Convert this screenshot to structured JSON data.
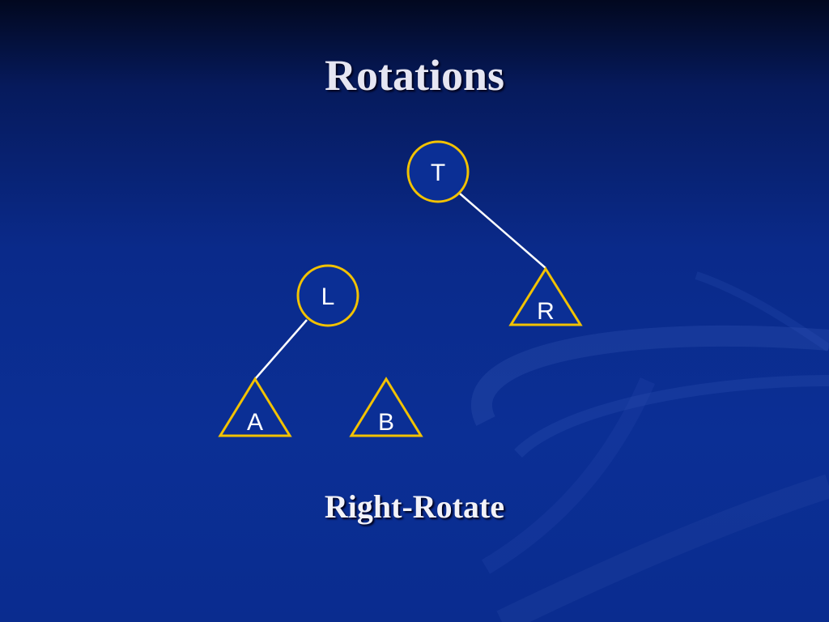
{
  "slide": {
    "title": "Rotations",
    "caption": "Right-Rotate"
  },
  "diagram": {
    "type": "binary-tree",
    "nodes": [
      {
        "id": "T",
        "label": "T",
        "shape": "circle"
      },
      {
        "id": "L",
        "label": "L",
        "shape": "circle"
      },
      {
        "id": "R",
        "label": "R",
        "shape": "triangle"
      },
      {
        "id": "A",
        "label": "A",
        "shape": "triangle"
      },
      {
        "id": "B",
        "label": "B",
        "shape": "triangle"
      }
    ],
    "edges": [
      {
        "from": "T",
        "to": "R"
      },
      {
        "from": "L",
        "to": "A"
      }
    ]
  },
  "colors": {
    "node_outline": "#f2c200",
    "node_fill": "#0b2f95",
    "edge": "#ffffff",
    "title_text": "#e6e6f2",
    "background": "#0a2a8a"
  }
}
